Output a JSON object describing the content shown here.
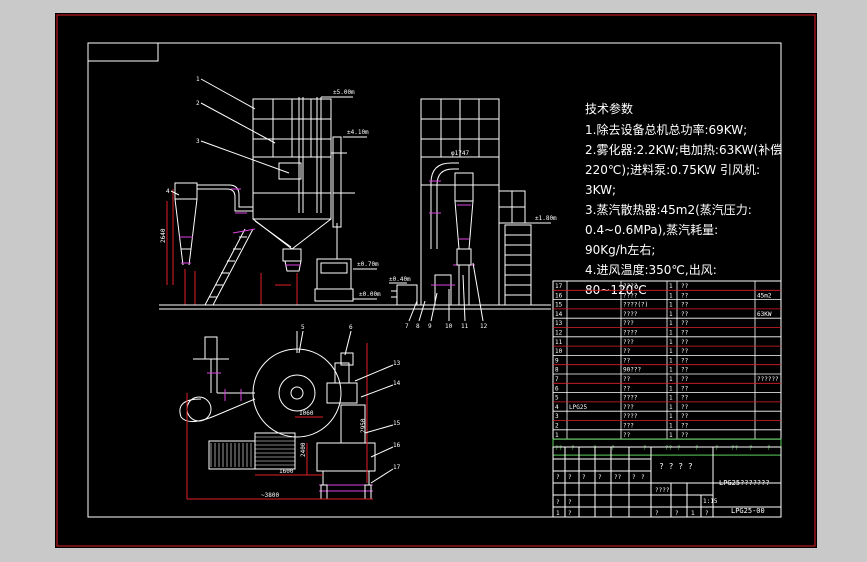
{
  "colors": {
    "background": "#000000",
    "lines": "#ffffff",
    "dims": "#e0202a",
    "accent": "#e040e0",
    "bom": "#5ad15a",
    "frame": "#c9c9c9"
  },
  "elevations": {
    "top": "±5.00m",
    "mid": "±4.10m",
    "side": "±1.80m",
    "low1": "±0.70m",
    "low2": "±0.40m",
    "ground": "±0.00m"
  },
  "front_callouts": [
    "1",
    "2",
    "3",
    "4"
  ],
  "side_callouts": [
    "7",
    "8",
    "9",
    "10",
    "11",
    "12"
  ],
  "plan_callouts": [
    "5",
    "6",
    "13",
    "14",
    "15",
    "16",
    "17"
  ],
  "plan_dims": {
    "a": "1060",
    "b": "2950",
    "c": "2400",
    "d": "~3800",
    "e": "1600"
  },
  "side_dim": "φ1747",
  "tech_spec": {
    "heading": "技术参数",
    "lines": [
      "1.除去设备总机总功率:69KW;",
      "2.雾化器:2.2KW;电加热:63KW(补偿",
      "220℃);进料泵:0.75KW   引风机:",
      "3KW;",
      "3.蒸汽散热器:45m2(蒸汽压力:",
      "0.4~0.6MPa),蒸汽耗量:",
      "90Kg/h左右;",
      "4.进风温度:350℃,出风:",
      "80~120℃"
    ]
  },
  "bom": {
    "rows": [
      {
        "no": "17",
        "name": "????",
        "qty": "1",
        "note": "??",
        "extra": ""
      },
      {
        "no": "16",
        "name": "????",
        "qty": "1",
        "note": "??",
        "extra": "45m2"
      },
      {
        "no": "15",
        "name": "????(?)",
        "qty": "1",
        "note": "??",
        "extra": ""
      },
      {
        "no": "14",
        "name": "????",
        "qty": "1",
        "note": "??",
        "extra": "63KW"
      },
      {
        "no": "13",
        "name": "???",
        "qty": "1",
        "note": "??",
        "extra": ""
      },
      {
        "no": "12",
        "name": "????",
        "qty": "1",
        "note": "??",
        "extra": ""
      },
      {
        "no": "11",
        "name": "???",
        "qty": "1",
        "note": "??",
        "extra": ""
      },
      {
        "no": "10",
        "name": "??",
        "qty": "1",
        "note": "??",
        "extra": ""
      },
      {
        "no": "9",
        "name": "??",
        "qty": "1",
        "note": "??",
        "extra": ""
      },
      {
        "no": "8",
        "name": "90???",
        "qty": "1",
        "note": "??",
        "extra": ""
      },
      {
        "no": "7",
        "name": "??",
        "qty": "1",
        "note": "??",
        "extra": "??????"
      },
      {
        "no": "6",
        "name": "??",
        "qty": "1",
        "note": "??",
        "extra": ""
      },
      {
        "no": "5",
        "name": "????",
        "qty": "1",
        "note": "??",
        "extra": ""
      },
      {
        "no": "4",
        "name": "???",
        "qty": "1",
        "note": "??",
        "extra": ""
      },
      {
        "no": "3",
        "name": "????",
        "qty": "1",
        "note": "??",
        "extra": ""
      },
      {
        "no": "2",
        "name": "???",
        "qty": "1",
        "note": "??",
        "extra": ""
      },
      {
        "no": "1",
        "name": "??",
        "qty": "1",
        "note": "??",
        "extra": ""
      }
    ],
    "item_label": "LPG25",
    "header": [
      "??",
      "?",
      "?",
      "?",
      "?",
      "??",
      "?",
      "?",
      "?",
      "??",
      "?",
      "?"
    ]
  },
  "title_block": {
    "name": "? ? ? ?",
    "product": "LPG25???????",
    "code": "LPG25-00",
    "ratio": "1:15",
    "mark": "????",
    "r1": [
      "?",
      "?",
      "?",
      "?",
      "??",
      "?",
      "?"
    ],
    "r2": [
      "?",
      "?",
      "1",
      "?",
      "1",
      "?"
    ],
    "small": [
      "?",
      "?"
    ]
  }
}
